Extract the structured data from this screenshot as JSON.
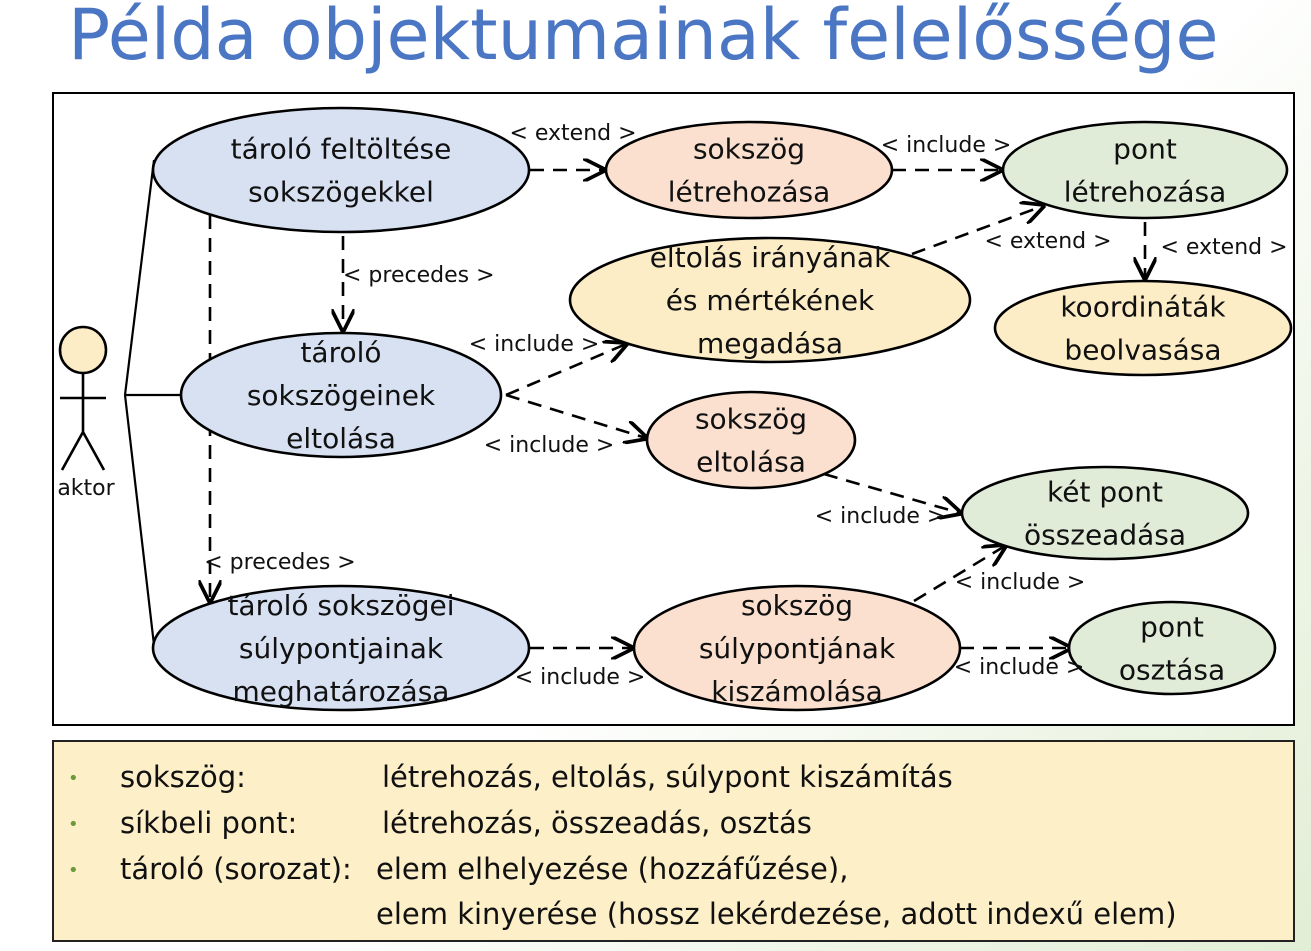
{
  "title": "Példa objektumainak felelőssége",
  "actor": {
    "label": "aktor"
  },
  "use_cases": [
    {
      "id": "tarolo-feltoltese",
      "lines": [
        "tároló feltöltése",
        "sokszögekkel"
      ],
      "fill": "#d8e1f2"
    },
    {
      "id": "sokszog-letrehozasa",
      "lines": [
        "sokszög",
        "létrehozása"
      ],
      "fill": "#fbe0cf"
    },
    {
      "id": "pont-letrehozasa",
      "lines": [
        "pont",
        "létrehozása"
      ],
      "fill": "#e1ecd8"
    },
    {
      "id": "eltolas-iranya",
      "lines": [
        "eltolás irányának",
        "és mértékének",
        "megadása"
      ],
      "fill": "#fdedc7"
    },
    {
      "id": "koordinatak-beolvasasa",
      "lines": [
        "koordináták",
        "beolvasása"
      ],
      "fill": "#fdedc7"
    },
    {
      "id": "tarolo-eltolasa",
      "lines": [
        "tároló",
        "sokszögeinek",
        "eltolása"
      ],
      "fill": "#d8e1f2"
    },
    {
      "id": "sokszog-eltolasa",
      "lines": [
        "sokszög",
        "eltolása"
      ],
      "fill": "#fbe0cf"
    },
    {
      "id": "ket-pont-osszeadasa",
      "lines": [
        "két pont",
        "összeadása"
      ],
      "fill": "#e1ecd8"
    },
    {
      "id": "sulypontok-meghatarozasa",
      "lines": [
        "tároló sokszögei",
        "súlypontjainak",
        "meghatározása"
      ],
      "fill": "#d8e1f2"
    },
    {
      "id": "sokszog-sulypontja",
      "lines": [
        "sokszög",
        "súlypontjának",
        "kiszámolása"
      ],
      "fill": "#fbe0cf"
    },
    {
      "id": "pont-osztasa",
      "lines": [
        "pont",
        "osztása"
      ],
      "fill": "#e1ecd8"
    }
  ],
  "relations": [
    {
      "label": "< extend >"
    },
    {
      "label": "< include >"
    },
    {
      "label": "< precedes >"
    },
    {
      "label": "< extend >"
    },
    {
      "label": "< extend >"
    },
    {
      "label": "< include >"
    },
    {
      "label": "< include >"
    },
    {
      "label": "< include >"
    },
    {
      "label": "< precedes >"
    },
    {
      "label": "< include >"
    },
    {
      "label": "< include >"
    },
    {
      "label": "< include >"
    }
  ],
  "notes": [
    {
      "term": "sokszög:",
      "value": "létrehozás, eltolás, súlypont kiszámítás"
    },
    {
      "term": "síkbeli pont:",
      "value": "létrehozás, összeadás, osztás"
    },
    {
      "term": "tároló (sorozat):",
      "value": "elem elhelyezése (hozzáfűzése),"
    },
    {
      "term": "",
      "value": "elem kinyerése (hossz lekérdezése, adott indexű elem)"
    }
  ]
}
